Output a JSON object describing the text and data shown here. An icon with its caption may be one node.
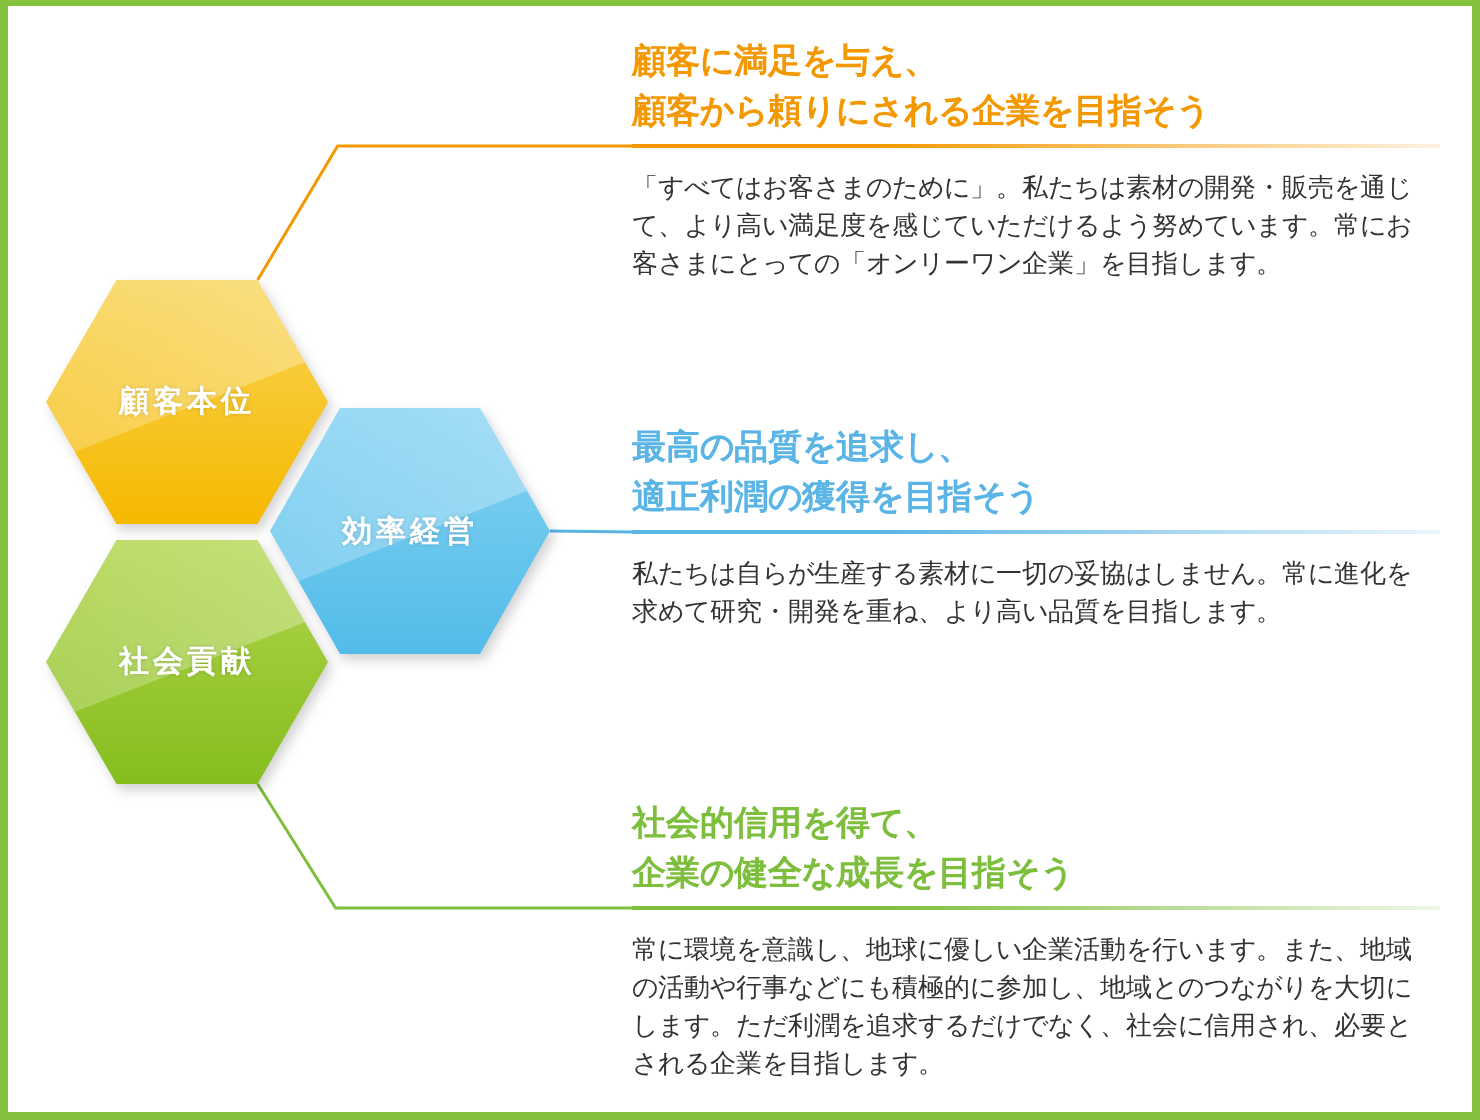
{
  "diagram": {
    "nodes": [
      {
        "text": [
          "顧客本位"
        ]
      },
      {
        "text": [
          "顧客に満足を与え、顧客から頼りにされる企業を目指そう",
          "「すべてはお客さまのために」。私たちは素材の開発・販売を通じて、より高い満足度を感じていただけるよう努めています。常にお客さまにとっての「オンリーワン企業」を目指します。"
        ]
      },
      {
        "text": [
          "効率経営"
        ]
      },
      {
        "text": [
          "最高の品質を追求し、適正利潤の獲得を目指そう",
          "私たちは自らが生産する素材に一切の妥協はしません。常に進化を求めて研究・開発を重ね、より高い品質を目指します。"
        ]
      },
      {
        "text": [
          "社会貢献"
        ]
      },
      {
        "text": [
          "社会的信用を得て、企業の健全な成長を目指そう",
          "常に環境を意識し、地球に優しい企業活動を行います。また、地域の活動や行事などにも積極的に参加し、地域とのつながりを大切にします。ただ利潤を追求するだけでなく、社会に信用され、必要とされる企業を目指します。"
        ]
      }
    ],
    "edges": [
      {
        "from": 0,
        "to": 1,
        "arrow": "none",
        "color": "#f39800"
      },
      {
        "from": 2,
        "to": 3,
        "arrow": "none",
        "color": "#5ab4e5"
      },
      {
        "from": 4,
        "to": 5,
        "arrow": "none",
        "color": "#7dbe3c"
      }
    ]
  }
}
